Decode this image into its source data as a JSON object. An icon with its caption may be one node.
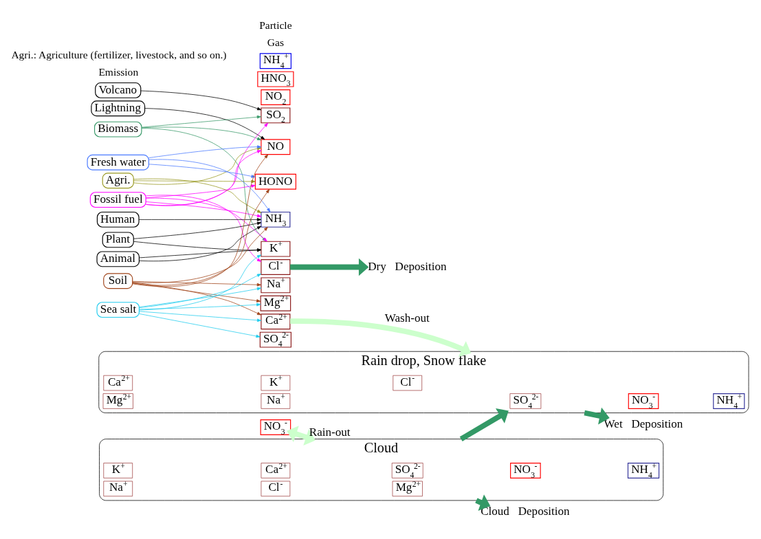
{
  "diagram": {
    "nodes": [
      {
        "text": [
          "Volcano"
        ]
      },
      {
        "text": [
          "Lightning"
        ]
      },
      {
        "text": [
          "Biomass"
        ]
      },
      {
        "text": [
          "Fossil fuel"
        ]
      },
      {
        "text": [
          "Agri."
        ]
      },
      {
        "text": [
          "Fresh water"
        ]
      },
      {
        "text": [
          "Human"
        ]
      },
      {
        "text": [
          "Animal"
        ]
      },
      {
        "text": [
          "Plant"
        ]
      },
      {
        "text": [
          "Soil"
        ]
      },
      {
        "text": [
          "Sea salt"
        ]
      },
      {
        "text": [
          "SO$_{2}$"
        ]
      },
      {
        "text": [
          "NO$_{2}$"
        ]
      },
      {
        "text": [
          "NO"
        ]
      },
      {
        "text": [
          "HNO$_{3}$"
        ]
      },
      {
        "text": [
          "HONO"
        ]
      },
      {
        "text": [
          "NH$_{3}$"
        ]
      },
      {
        "text": [
          "SO$_{4}$$^{2-}$"
        ]
      },
      {
        "text": [
          "NO$_{3}$$^{-}$"
        ]
      },
      {
        "text": [
          "NH$_{4}$$^{+}$"
        ]
      },
      {
        "text": [
          "K$^{+}$"
        ]
      },
      {
        "text": [
          "Ca$^{2+}$"
        ]
      },
      {
        "text": [
          "Mg$^{2+}$"
        ]
      },
      {
        "text": [
          "Na$^{+}$"
        ]
      },
      {
        "text": [
          "Cl$^{-}$"
        ]
      },
      {
        "text": [
          "Cloud"
        ]
      },
      {
        "text": [
          "SO$_{4}$$^{2-}$"
        ],
        "in": 25
      },
      {
        "text": [
          "NO$_{3}$$^{-}$"
        ],
        "in": 25
      },
      {
        "text": [
          "NH$_{4}$$^{+}$"
        ],
        "in": 25
      },
      {
        "text": [
          "K$^{+}$"
        ],
        "in": 25
      },
      {
        "text": [
          "Ca$^{2+}$"
        ],
        "in": 25
      },
      {
        "text": [
          "Mg$^{2+}$"
        ],
        "in": 25
      },
      {
        "text": [
          "Na$^{+}$"
        ],
        "in": 25
      },
      {
        "text": [
          "Cl$^{-}$"
        ],
        "in": 25
      },
      {
        "text": [
          "Rain drop, Snow flake"
        ]
      },
      {
        "text": [
          "SO$_{4}$$^{2-}$"
        ],
        "in": 34
      },
      {
        "text": [
          "NO$_{3}$$^{-}$"
        ],
        "in": 34
      },
      {
        "text": [
          "NH$_{4}$$^{+}$"
        ],
        "in": 34
      },
      {
        "text": [
          "Ca$^{2+}$"
        ],
        "in": 34
      },
      {
        "text": [
          "K$^{+}$"
        ],
        "in": 34
      },
      {
        "text": [
          "Cl$^{-}$"
        ],
        "in": 34
      },
      {
        "text": [
          "Mg$^{2+}$"
        ],
        "in": 34
      },
      {
        "text": [
          "Na$^{+}$"
        ],
        "in": 34
      },
      {
        "text": [
          "Dry   Deposition"
        ]
      },
      {
        "text": [
          "Cloud   Deposition"
        ]
      },
      {
        "text": [
          "Wet   Deposition"
        ]
      }
    ],
    "edges": [
      {
        "from": 0,
        "to": 11,
        "arrow": "to"
      },
      {
        "from": 1,
        "to": 13,
        "arrow": "to"
      },
      {
        "from": 2,
        "to": 11,
        "arrow": "to",
        "color": "#3a9a6a"
      },
      {
        "from": 2,
        "to": 13,
        "arrow": "to",
        "color": "#3a9a6a"
      },
      {
        "from": 2,
        "to": 20,
        "arrow": "to",
        "color": "#3a9a6a"
      },
      {
        "from": 3,
        "to": 11,
        "arrow": "to",
        "color": "#ff00ff"
      },
      {
        "from": 3,
        "to": 13,
        "arrow": "to",
        "color": "#ff00ff"
      },
      {
        "from": 3,
        "to": 15,
        "arrow": "to",
        "color": "#ff00ff"
      },
      {
        "from": 3,
        "to": 16,
        "arrow": "to",
        "color": "#ff00ff"
      },
      {
        "from": 3,
        "to": 20,
        "arrow": "to",
        "color": "#ff00ff"
      },
      {
        "from": 3,
        "to": 24,
        "arrow": "to",
        "color": "#ff00ff"
      },
      {
        "from": 4,
        "to": 13,
        "arrow": "to",
        "color": "#999922"
      },
      {
        "from": 4,
        "to": 15,
        "arrow": "to",
        "color": "#999922"
      },
      {
        "from": 4,
        "to": 16,
        "arrow": "to",
        "color": "#999922"
      },
      {
        "from": 5,
        "to": 13,
        "arrow": "to",
        "color": "#4a7aff"
      },
      {
        "from": 5,
        "to": 15,
        "arrow": "to",
        "color": "#4a7aff"
      },
      {
        "from": 5,
        "to": 16,
        "arrow": "to",
        "color": "#4a7aff"
      },
      {
        "from": 6,
        "to": 16,
        "arrow": "to"
      },
      {
        "from": 7,
        "to": 16,
        "arrow": "to"
      },
      {
        "from": 7,
        "to": 20,
        "arrow": "to"
      },
      {
        "from": 8,
        "to": 16,
        "arrow": "to"
      },
      {
        "from": 8,
        "to": 20,
        "arrow": "to"
      },
      {
        "from": 9,
        "to": 13,
        "arrow": "to",
        "color": "#a0441a"
      },
      {
        "from": 9,
        "to": 15,
        "arrow": "to",
        "color": "#a0441a"
      },
      {
        "from": 9,
        "to": 16,
        "arrow": "to",
        "color": "#a0441a"
      },
      {
        "from": 9,
        "to": 21,
        "arrow": "to",
        "color": "#a0441a"
      },
      {
        "from": 9,
        "to": 22,
        "arrow": "to",
        "color": "#a0441a"
      },
      {
        "from": 9,
        "to": 23,
        "arrow": "to",
        "color": "#a0441a"
      },
      {
        "from": 10,
        "to": 17,
        "arrow": "to",
        "color": "#22ccee"
      },
      {
        "from": 10,
        "to": 20,
        "arrow": "to",
        "color": "#22ccee"
      },
      {
        "from": 10,
        "to": 21,
        "arrow": "to",
        "color": "#22ccee"
      },
      {
        "from": 10,
        "to": 22,
        "arrow": "to",
        "color": "#22ccee"
      },
      {
        "from": 10,
        "to": 23,
        "arrow": "to",
        "color": "#22ccee"
      },
      {
        "from": 10,
        "to": 24,
        "arrow": "to",
        "color": "#22ccee"
      },
      {
        "from": 18,
        "to": 25,
        "arrow": "both",
        "label": "Rain-out",
        "style": "thick",
        "color": "#ccffcc"
      },
      {
        "from": 21,
        "to": 34,
        "arrow": "to",
        "label": "Wash-out",
        "style": "thick",
        "color": "#ccffcc"
      },
      {
        "from": 25,
        "to": 34,
        "arrow": "to",
        "style": "thick",
        "color": "#339966"
      },
      {
        "from": 24,
        "to": 43,
        "arrow": "to",
        "style": "thick",
        "color": "#339966"
      },
      {
        "from": 25,
        "to": 44,
        "arrow": "to",
        "style": "thick",
        "color": "#339966"
      },
      {
        "from": 34,
        "to": 45,
        "arrow": "to",
        "style": "thick",
        "color": "#339966"
      }
    ],
    "labels": [
      "Emission",
      "Gas",
      "Particle",
      "Agri.: Agriculture (fertilizer, livestock, and so on.)"
    ]
  }
}
